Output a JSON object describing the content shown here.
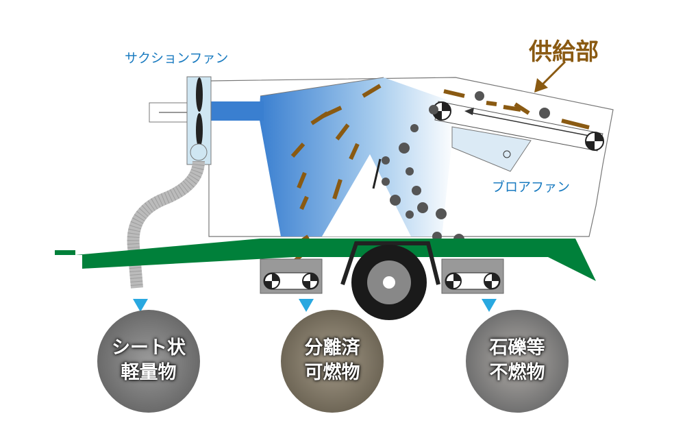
{
  "labels": {
    "suction_fan": "サクションファン",
    "feeder": "供給部",
    "blower_fan": "ブロアファン"
  },
  "outputs": [
    {
      "line1": "シート状",
      "line2": "軽量物"
    },
    {
      "line1": "分離済",
      "line2": "可燃物"
    },
    {
      "line1": "石礫等",
      "line2": "不燃物"
    }
  ],
  "colors": {
    "frame_green": "#00803a",
    "accent_blue": "#1a7bc0",
    "brown": "#8a5a12",
    "arrow_blue": "#29a8e0",
    "stone": "#555555"
  }
}
